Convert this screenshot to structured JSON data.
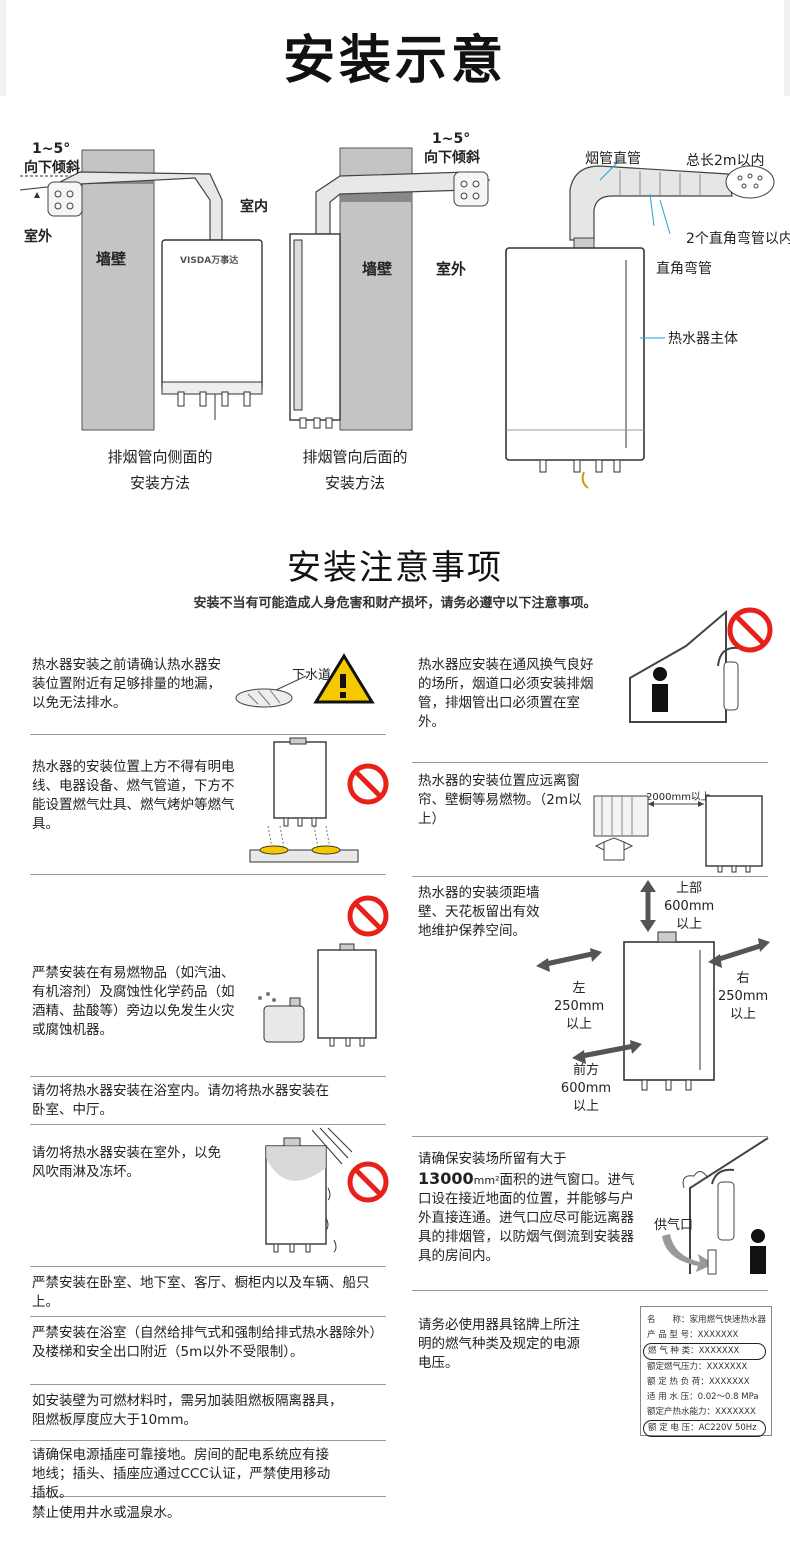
{
  "diagram_title": "安装示意",
  "diagram": {
    "left": {
      "tilt_range": "1~5°",
      "tilt_label": "向下倾斜",
      "outdoor": "室外",
      "indoor": "室内",
      "wall": "墙壁",
      "brand": "VISDA万事达",
      "caption_line1": "排烟管向侧面的",
      "caption_line2": "安装方法"
    },
    "middle": {
      "tilt_range": "1~5°",
      "tilt_label": "向下倾斜",
      "wall": "墙壁",
      "outdoor": "室外",
      "caption_line1": "排烟管向后面的",
      "caption_line2": "安装方法"
    },
    "right": {
      "flue_pipe": "烟管直管",
      "total_length": "总长2m以内",
      "two_elbows": "2个直角弯管以内",
      "elbow": "直角弯管",
      "heater_body": "热水器主体"
    }
  },
  "notes_title": "安装注意事项",
  "notes_subtitle": "安装不当有可能造成人身危害和财产损坏，请务必遵守以下注意事项。",
  "notes": {
    "n1": "热水器安装之前请确认热水器安装位置附近有足够排量的地漏，以免无法排水。",
    "drain": "下水道",
    "n2": "热水器应安装在通风换气良好的场所，烟道口必须安装排烟管，排烟管出口必须置在室外。",
    "n3": "热水器的安装位置上方不得有明电线、电器设备、燃气管道，下方不能设置燃气灶具、燃气烤炉等燃气具。",
    "n4": "热水器的安装位置应远离窗帘、壁橱等易燃物。（2m以上）",
    "distance_2000": "2000mm以上",
    "n5": "严禁安装在有易燃物品（如汽油、有机溶剂）及腐蚀性化学药品（如酒精、盐酸等）旁边以免发生火灾或腐蚀机器。",
    "n6": "热水器的安装须距墙壁、天花板留出有效地维护保养空间。",
    "clear_top": [
      "上部",
      "600mm",
      "以上"
    ],
    "clear_left": [
      "左",
      "250mm",
      "以上"
    ],
    "clear_right": [
      "右",
      "250mm",
      "以上"
    ],
    "clear_front": [
      "前方",
      "600mm",
      "以上"
    ],
    "n7": "请勿将热水器安装在浴室内。请勿将热水器安装在卧室、中厅。",
    "n8": "请勿将热水器安装在室外，以免风吹雨淋及冻坏。",
    "n9_a": "请确保安装场所留有大于",
    "n9_num": "13000",
    "n9_unit": "mm²",
    "n9_b": "面积的进气窗口。进气口设在接近地面的位置，并能够与户外直接连通。进气口应尽可能远离器具的排烟管，以防烟气倒流到安装器具的房间内。",
    "air_inlet": "供气口",
    "n10": "严禁安装在卧室、地下室、客厅、橱柜内以及车辆、船只上。",
    "n11": "严禁安装在浴室（自然给排气式和强制给排式热水器除外）及楼梯和安全出口附近（5m以外不受限制）。",
    "n12": "请务必使用器具铭牌上所注明的燃气种类及规定的电源电压。",
    "n13": "如安装壁为可燃材料时，需另加装阻燃板隔离器具，阻燃板厚度应大于10mm。",
    "n14": "请确保电源插座可靠接地。房间的配电系统应有接地线；插头、插座应通过CCC认证，严禁使用移动插板。",
    "n15": "禁止使用井水或温泉水。"
  },
  "nameplate": {
    "rows": [
      [
        "名　　称：",
        "家用燃气快速热水器"
      ],
      [
        "产 品 型 号：",
        "XXXXXXX"
      ],
      [
        "燃 气 种 类：",
        "XXXXXXX"
      ],
      [
        "额定燃气压力：",
        "XXXXXXX"
      ],
      [
        "额 定 热 负 荷：",
        "XXXXXXX"
      ],
      [
        "适 用 水 压：",
        "0.02～0.8 MPa"
      ],
      [
        "额定产热水能力：",
        "XXXXXXX"
      ],
      [
        "额 定 电 压：",
        "AC220V 50Hz"
      ]
    ]
  },
  "colors": {
    "wall_gray": "#c4c4c4",
    "warning_yellow": "#f6c800",
    "prohibit_red": "#e8201a",
    "text": "#222222"
  }
}
